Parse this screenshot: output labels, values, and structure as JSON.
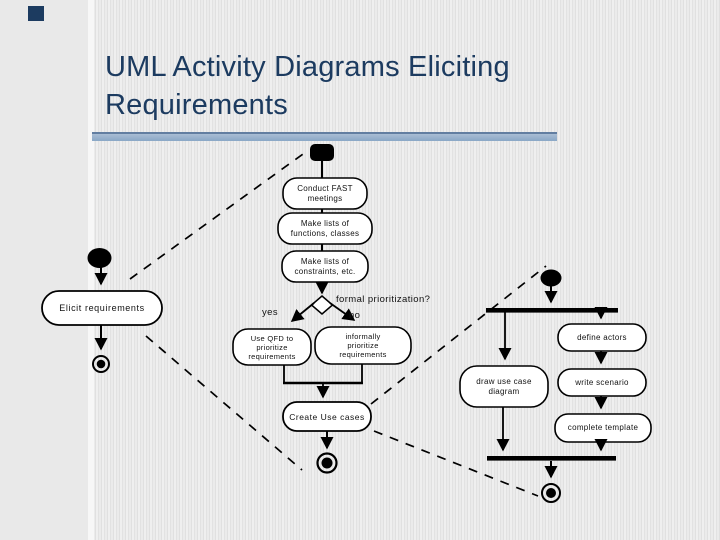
{
  "slide": {
    "title_line1": "UML Activity Diagrams Eliciting",
    "title_line2": "Requirements",
    "colors": {
      "title_text": "#1c3b60",
      "underline_bar": "#93afce",
      "underline_edge": "#627ea1",
      "accent_square": "#1c3b60",
      "background": "#e9e9e9",
      "diagram_ink": "#000000",
      "node_fill": "#ffffff"
    }
  },
  "diagram": {
    "decision_label": "formal prioritization?",
    "branch_yes": "yes",
    "branch_no": "no",
    "activities": {
      "elicit_requirements": [
        "Elicit requirements"
      ],
      "conduct_fast": [
        "Conduct FAST",
        "meetings"
      ],
      "make_lists_functions": [
        "Make lists of",
        "functions, classes"
      ],
      "make_lists_constraints": [
        "Make lists of",
        "constraints, etc."
      ],
      "use_qfd": [
        "Use QFD to",
        "prioritize",
        "requirements"
      ],
      "informally_prioritize": [
        "informally",
        "prioritize",
        "requirements"
      ],
      "create_use_cases": [
        "Create Use cases"
      ],
      "draw_use_case_diagram": [
        "draw use case",
        "diagram"
      ],
      "define_actors": [
        "define actors"
      ],
      "write_scenario": [
        "write scenario"
      ],
      "complete_template": [
        "complete template"
      ]
    }
  }
}
